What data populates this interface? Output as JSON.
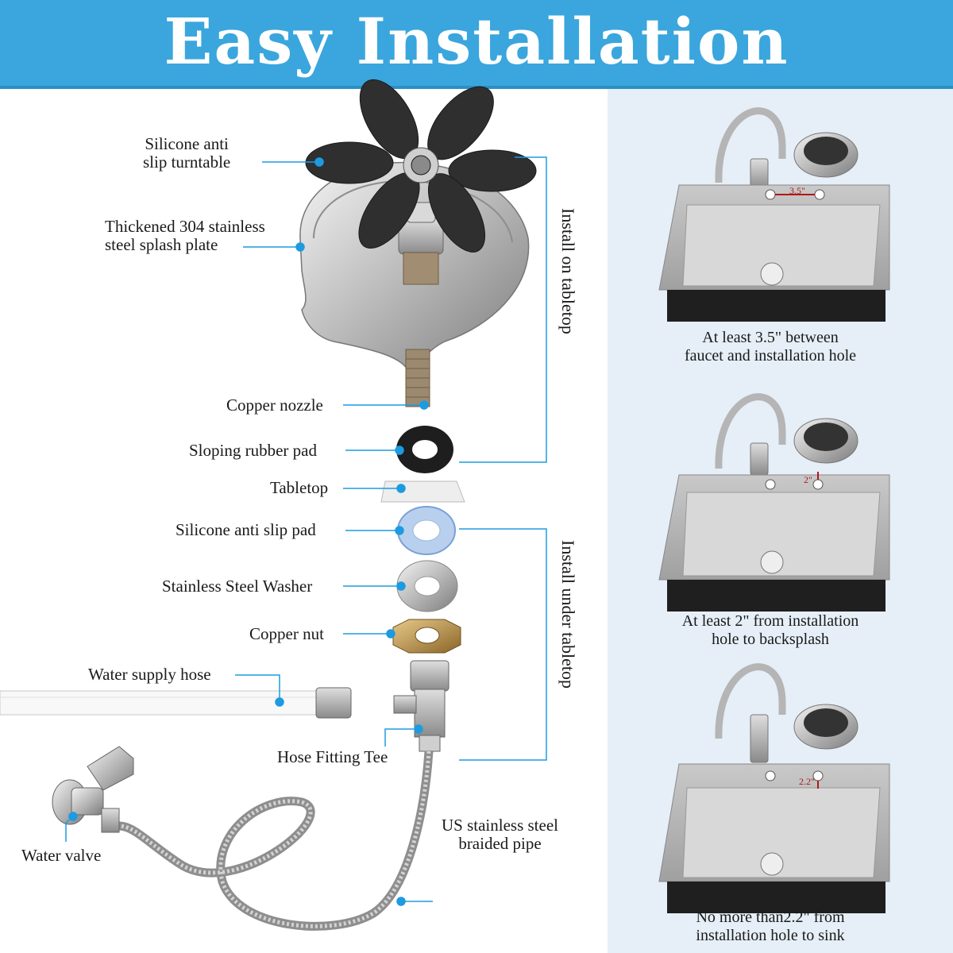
{
  "header": {
    "title": "Easy Installation"
  },
  "parts": [
    {
      "label": "Silicone anti\nslip turntable"
    },
    {
      "label": "Thickened 304 stainless\nsteel splash plate"
    },
    {
      "label": "Copper nozzle"
    },
    {
      "label": "Sloping rubber pad"
    },
    {
      "label": "Tabletop"
    },
    {
      "label": "Silicone anti slip pad"
    },
    {
      "label": "Stainless Steel Washer"
    },
    {
      "label": "Copper nut"
    },
    {
      "label": "Water supply hose"
    },
    {
      "label": "Hose Fitting Tee"
    },
    {
      "label": "US stainless steel\nbraided pipe"
    },
    {
      "label": "Water valve"
    }
  ],
  "groups": {
    "tabletop": "Install on tabletop",
    "under": "Install under tabletop"
  },
  "sinks": [
    {
      "dimension": "3.5\"",
      "caption": "At least 3.5\" between\nfaucet and installation hole"
    },
    {
      "dimension": "2\"",
      "caption": "At least 2\" from installation\nhole to backsplash"
    },
    {
      "dimension": "2.2\"",
      "caption": "No more than2.2\" from\ninstallation hole to sink"
    }
  ],
  "colors": {
    "header": "#3aa6dd",
    "panel": "#e6eff7",
    "dot": "#1d9be0",
    "measure": "#b01818"
  }
}
